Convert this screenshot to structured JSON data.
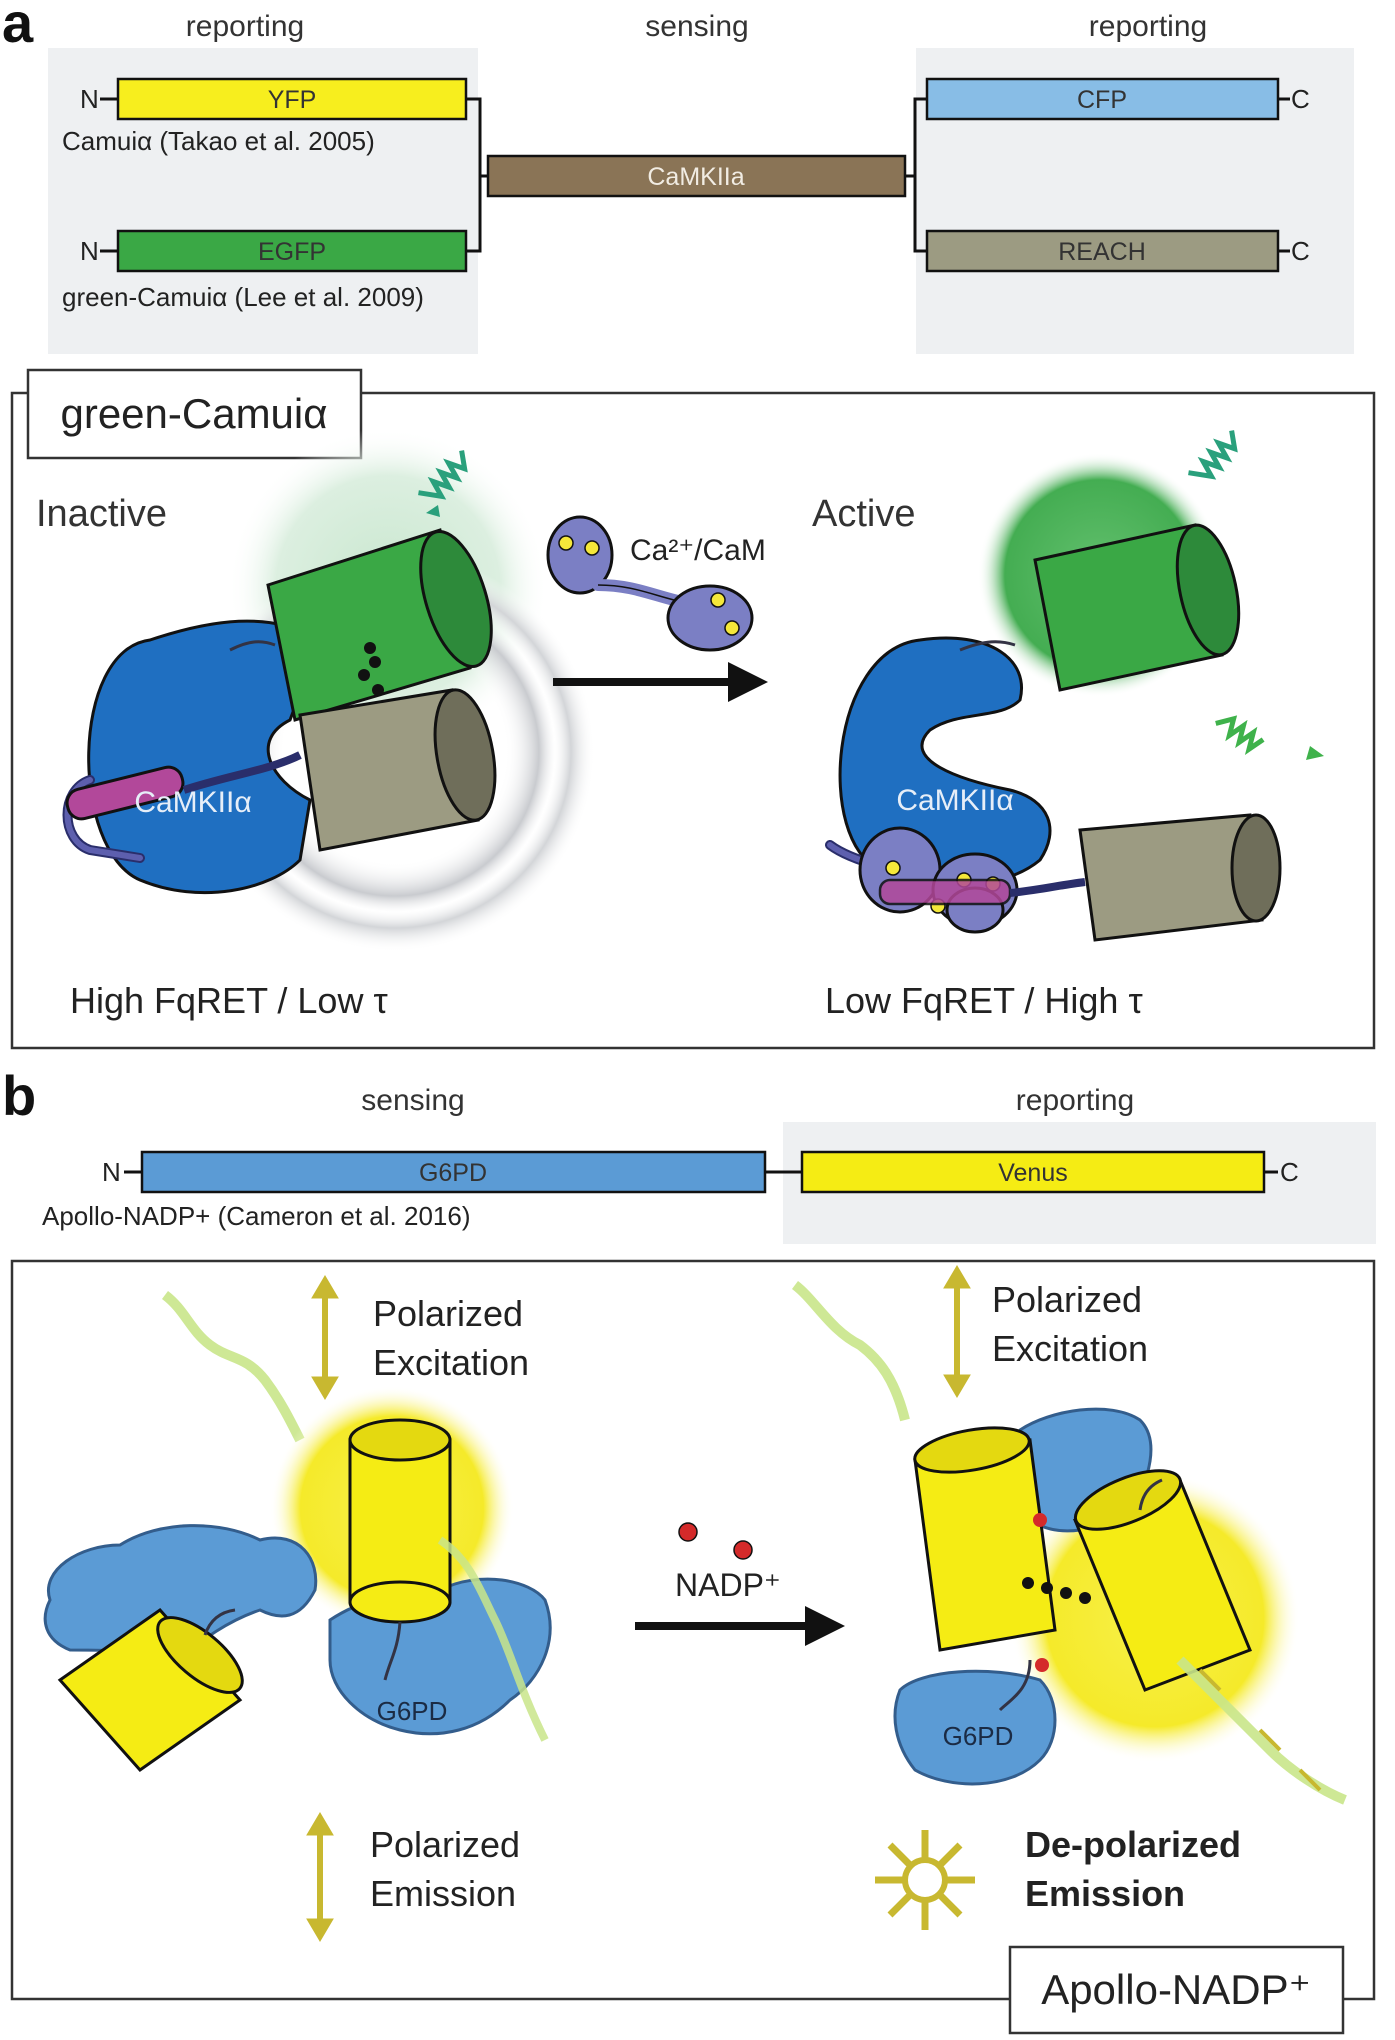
{
  "panel_a": {
    "letter": "a",
    "headers": {
      "left": "reporting",
      "middle": "sensing",
      "right": "reporting"
    },
    "terminal_n": "N",
    "terminal_c": "C",
    "bars": {
      "yfp": "YFP",
      "egfp": "EGFP",
      "camkii": "CaMKIIa",
      "cfp": "CFP",
      "reach": "REACH"
    },
    "citations": {
      "camui": "Camuiα (Takao et al. 2005)",
      "green_camui": "green-Camuiα (Lee et al. 2009)"
    },
    "box_title": "green-Camuiα",
    "inactive_label": "Inactive",
    "active_label": "Active",
    "protein_label": "CaMKIIα",
    "ligand_label": "Ca²⁺/CaM",
    "left_readout": "High FqRET / Low τ",
    "right_readout": "Low FqRET / High τ"
  },
  "panel_b": {
    "letter": "b",
    "headers": {
      "left": "sensing",
      "right": "reporting"
    },
    "terminal_n": "N",
    "terminal_c": "C",
    "bars": {
      "g6pd": "G6PD",
      "venus": "Venus"
    },
    "citation": "Apollo-NADP+ (Cameron et al. 2016)",
    "excitation_left": [
      "Polarized",
      "Excitation"
    ],
    "excitation_right": [
      "Polarized",
      "Excitation"
    ],
    "emission_left": [
      "Polarized",
      "Emission"
    ],
    "emission_right": [
      "De-polarized",
      "Emission"
    ],
    "ligand_label": "NADP⁺",
    "protein_label": "G6PD",
    "box_title": "Apollo-NADP⁺"
  },
  "colors": {
    "yfp": "#f7ee1e",
    "egfp": "#3aa845",
    "camkii_bar": "#8a7456",
    "cfp": "#88bde6",
    "reach": "#9c9b82",
    "g6pd": "#5b9bd5",
    "venus": "#f5ec14",
    "protein_blue": "#1f6fc1",
    "cam_purple": "#7b7fc4",
    "arrow_gold": "#c8b830"
  }
}
